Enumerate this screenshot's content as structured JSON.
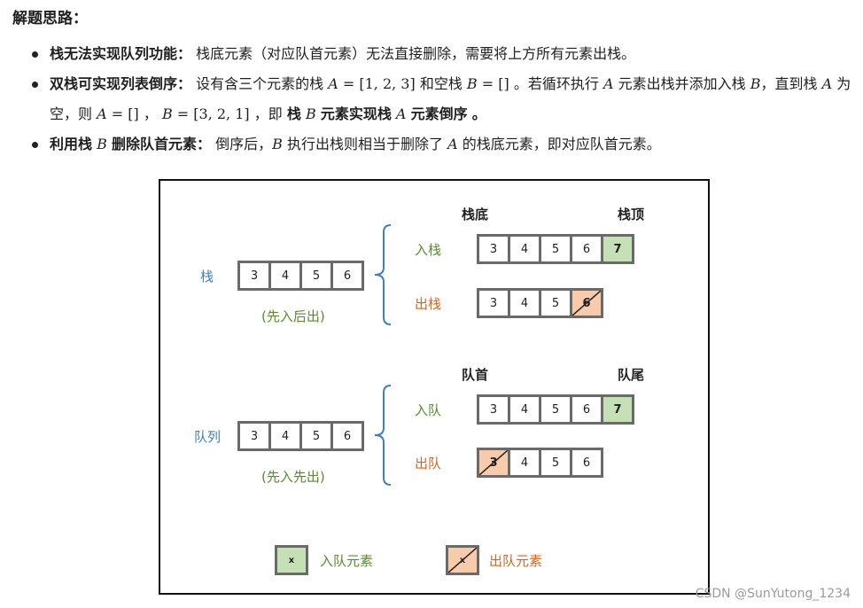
{
  "heading": "解题思路：",
  "bullets": [
    {
      "title": "栈无法实现队列功能：",
      "text": "栈底元素（对应队首元素）无法直接删除，需要将上方所有元素出栈。"
    },
    {
      "title": "双栈可实现列表倒序：",
      "t1": "设有含三个元素的栈",
      "A": "A",
      "eq1": " = [1, 2, 3] ",
      "t2": "和空栈",
      "B": "B",
      "eq2": " = [] ",
      "t3": "。若循环执行",
      "t4": "元素出栈并添加入栈",
      "t5": "，直到栈",
      "t6": "为空，则",
      "eq3": " = [] ",
      "eq4": " = [3, 2, 1] ",
      "t7": "，即",
      "b1": "栈",
      "b2": "元素实现栈",
      "b3": "元素倒序",
      "end": "。",
      "comma": "，"
    },
    {
      "title_pre": "利用栈",
      "title_post": "删除队首元素：",
      "t1": "倒序后，",
      "t2": "执行出栈则相当于删除了",
      "t3": "的栈底元素，即对应队首元素。"
    }
  ],
  "figure": {
    "stack": {
      "label": "栈",
      "note": "(先入后出)",
      "values": [
        "3",
        "4",
        "5",
        "6"
      ],
      "bottom_label": "栈底",
      "top_label": "栈顶",
      "push_label": "入栈",
      "push_values": [
        "3",
        "4",
        "5",
        "6",
        "7"
      ],
      "pop_label": "出栈",
      "pop_values": [
        "3",
        "4",
        "5",
        "6"
      ]
    },
    "queue": {
      "label": "队列",
      "note": "(先入先出)",
      "values": [
        "3",
        "4",
        "5",
        "6"
      ],
      "head_label": "队首",
      "tail_label": "队尾",
      "enqueue_label": "入队",
      "enqueue_values": [
        "3",
        "4",
        "5",
        "6",
        "7"
      ],
      "dequeue_label": "出队",
      "dequeue_values": [
        "3",
        "4",
        "5",
        "6"
      ]
    },
    "legend": {
      "in_symbol": "x",
      "in_label": "入队元素",
      "out_symbol": "x",
      "out_label": "出队元素"
    }
  },
  "watermark": "CSDN @SunYutong_1234",
  "colors": {
    "green_fill": "#c5e0b4",
    "orange_fill": "#f8cbad",
    "blue_text": "#3f7fbf",
    "green_text": "#5a8a2f",
    "orange_text": "#d2661e"
  }
}
